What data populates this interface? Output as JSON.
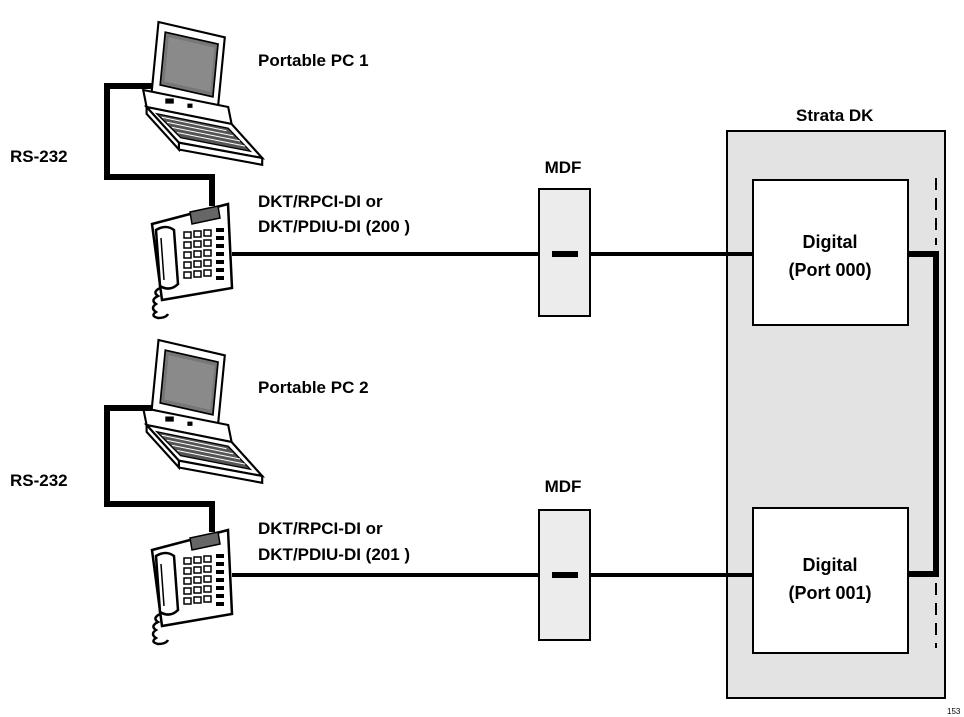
{
  "upper": {
    "pc_label": "Portable PC 1",
    "cable_label": "RS-232",
    "phone_label_line1": "DKT/RPCI-DI or",
    "phone_label_line2": "DKT/PDIU-DI (200 )",
    "mdf_label": "MDF",
    "port_line1": "Digital",
    "port_line2": "(Port 000)"
  },
  "lower": {
    "pc_label": "Portable PC 2",
    "cable_label": "RS-232",
    "phone_label_line1": "DKT/RPCI-DI or",
    "phone_label_line2": "DKT/PDIU-DI (201 )",
    "mdf_label": "MDF",
    "port_line1": "Digital",
    "port_line2": "(Port 001)"
  },
  "system_label": "Strata DK",
  "figure_number": "153",
  "icons": [
    "laptop-icon",
    "telephone-icon",
    "mdf-block-icon"
  ]
}
